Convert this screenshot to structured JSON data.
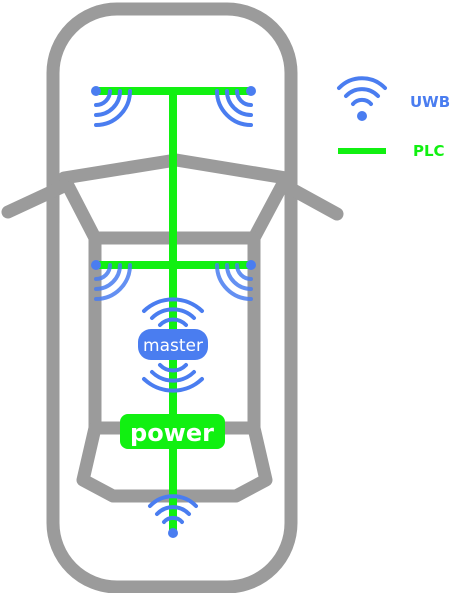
{
  "labels": {
    "master": "master",
    "power": "power"
  },
  "legend": [
    {
      "icon": "uwb-wave-icon",
      "label": "UWB"
    },
    {
      "icon": "plc-line-icon",
      "label": "PLC"
    }
  ],
  "colors": {
    "car_outline": "#9b9b9b",
    "plc_line": "#11f011",
    "uwb_blue": "#4a7df0",
    "power_text": "#ffffff",
    "master_text": "#ffffff"
  },
  "icons": {
    "antenna_front_left": "uwb-wave-icon",
    "antenna_front_right": "uwb-wave-icon",
    "antenna_mid_left": "uwb-wave-icon",
    "antenna_mid_right": "uwb-wave-icon",
    "antenna_rear": "uwb-wave-icon",
    "master_node": "uwb-wave-icon",
    "power_node": "power-box-icon"
  }
}
